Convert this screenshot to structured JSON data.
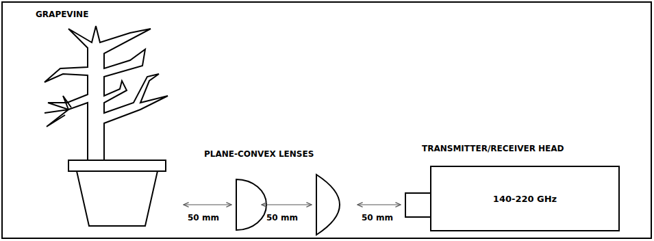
{
  "diagram": {
    "nodes": [
      {
        "text": [
          "TRANSMITTER/RECEIVER HEAD",
          "140-220 GHz"
        ]
      }
    ],
    "labels": [
      "GRAPEVINE",
      "PLANE-CONVEX LENSES",
      "50 mm",
      "50 mm",
      "50 mm"
    ]
  }
}
